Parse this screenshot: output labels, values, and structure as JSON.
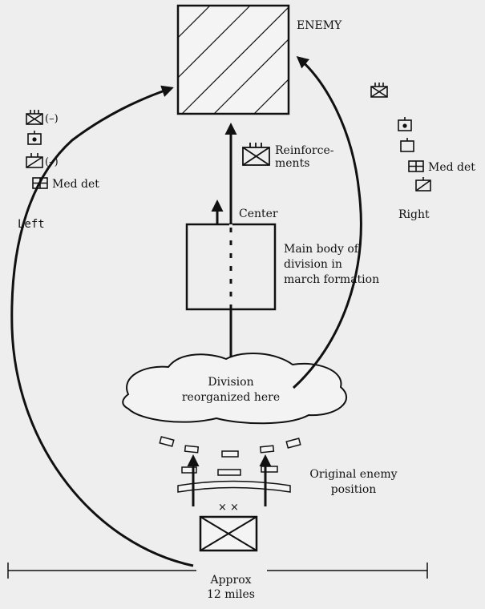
{
  "labels": {
    "enemy": "ENEMY",
    "reinforcements": "Reinforce-\nments",
    "center": "Center",
    "main_body": "Main body of\ndivision in\nmarch formation",
    "division_reorganized": "Division\nreorganized here",
    "original_enemy": "Original enemy\nposition",
    "approx": "Approx\n12 miles",
    "left": "Left",
    "right": "Right",
    "left_minus_1": "(–)",
    "left_minus_2": "(–)",
    "left_med_det": "Med det",
    "right_med_det": "Med det",
    "division_symbol": "× ×"
  },
  "colors": {
    "ink": "#111111",
    "paper": "#eeeeee"
  }
}
